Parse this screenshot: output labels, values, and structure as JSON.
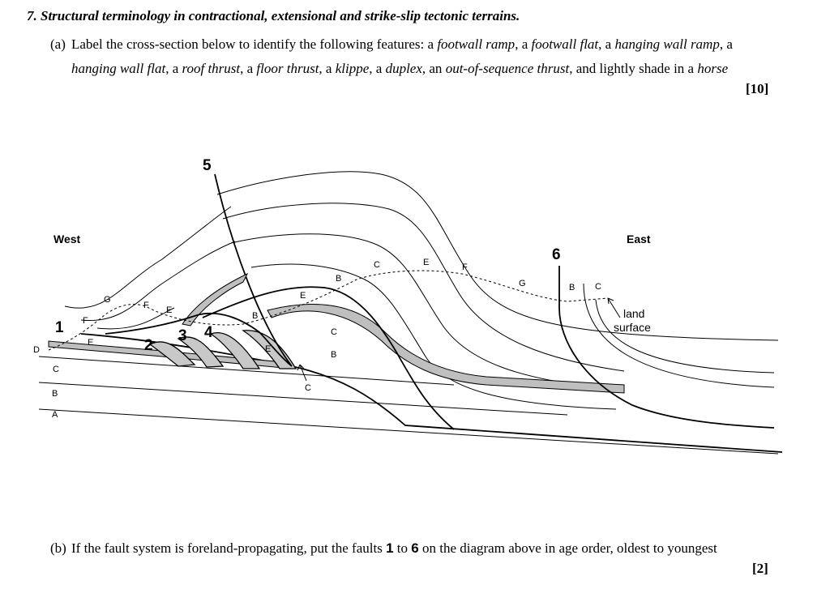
{
  "question": {
    "title": "7. Structural terminology in contractional, extensional and strike-slip tectonic terrains.",
    "part_a": {
      "label": "(a)",
      "intro": "Label the cross-section below to identify the following features: a ",
      "t1": "footwall ramp",
      "s1": ", a ",
      "t2": "footwall flat",
      "s2": ", a ",
      "t3": "hanging wall ramp",
      "s3": ", a ",
      "t4": "hanging wall flat",
      "s4": ", a ",
      "t5": "roof thrust",
      "s5": ", a ",
      "t6": "floor thrust",
      "s6": ", a ",
      "t7": "klippe",
      "s7": ", a ",
      "t8": "duplex",
      "s8": ", an ",
      "t9": "out-of-sequence thrust",
      "s9": ", and lightly shade in a ",
      "t10": "horse",
      "marks": "[10]"
    },
    "part_b": {
      "label": "(b)",
      "text1": "If the fault system is foreland-propagating, put the faults ",
      "f_first": "1",
      "text2": " to ",
      "f_last": "6",
      "text3": " on the diagram above in age order, oldest to youngest",
      "marks": "[2]"
    }
  },
  "diagram": {
    "west": "West",
    "east": "East",
    "land_surface_line1": "land",
    "land_surface_line2": "surface",
    "faults": [
      "1",
      "2",
      "3",
      "4",
      "5",
      "6"
    ],
    "layer_letters": {
      "left_A": "A",
      "left_B": "B",
      "left_C": "C",
      "left_D": "D",
      "E1": "E",
      "F1": "F",
      "G1": "G",
      "F2": "F",
      "E2": "E",
      "B1": "B",
      "E3": "E",
      "E4": "E",
      "B2": "B",
      "C1": "C",
      "C2": "C",
      "B3": "B",
      "C3": "C",
      "E5": "E",
      "F3": "F",
      "G2": "G",
      "B4": "B",
      "C4": "C"
    }
  }
}
